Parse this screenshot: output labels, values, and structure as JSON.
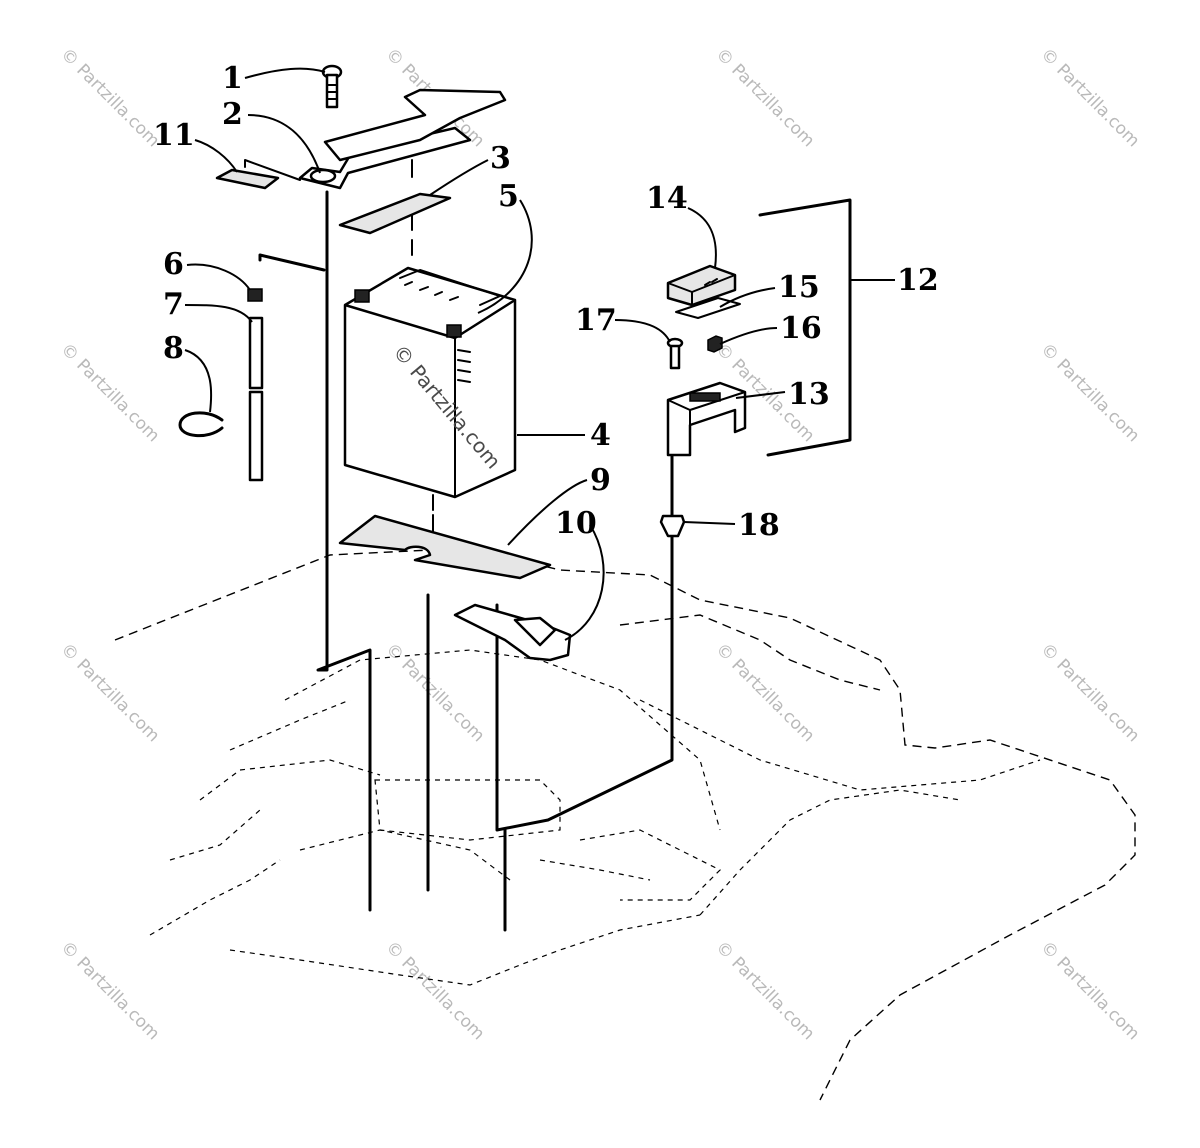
{
  "watermark": {
    "text": "© Partzilla.com",
    "center_text": "© Partzilla.com"
  },
  "callouts": [
    {
      "id": "1",
      "label": "1"
    },
    {
      "id": "2",
      "label": "2"
    },
    {
      "id": "3",
      "label": "3"
    },
    {
      "id": "4",
      "label": "4"
    },
    {
      "id": "5",
      "label": "5"
    },
    {
      "id": "6",
      "label": "6"
    },
    {
      "id": "7",
      "label": "7"
    },
    {
      "id": "8",
      "label": "8"
    },
    {
      "id": "9",
      "label": "9"
    },
    {
      "id": "10",
      "label": "10"
    },
    {
      "id": "11",
      "label": "11"
    },
    {
      "id": "12",
      "label": "12"
    },
    {
      "id": "13",
      "label": "13"
    },
    {
      "id": "14",
      "label": "14"
    },
    {
      "id": "15",
      "label": "15"
    },
    {
      "id": "16",
      "label": "16"
    },
    {
      "id": "17",
      "label": "17"
    },
    {
      "id": "18",
      "label": "18"
    }
  ]
}
